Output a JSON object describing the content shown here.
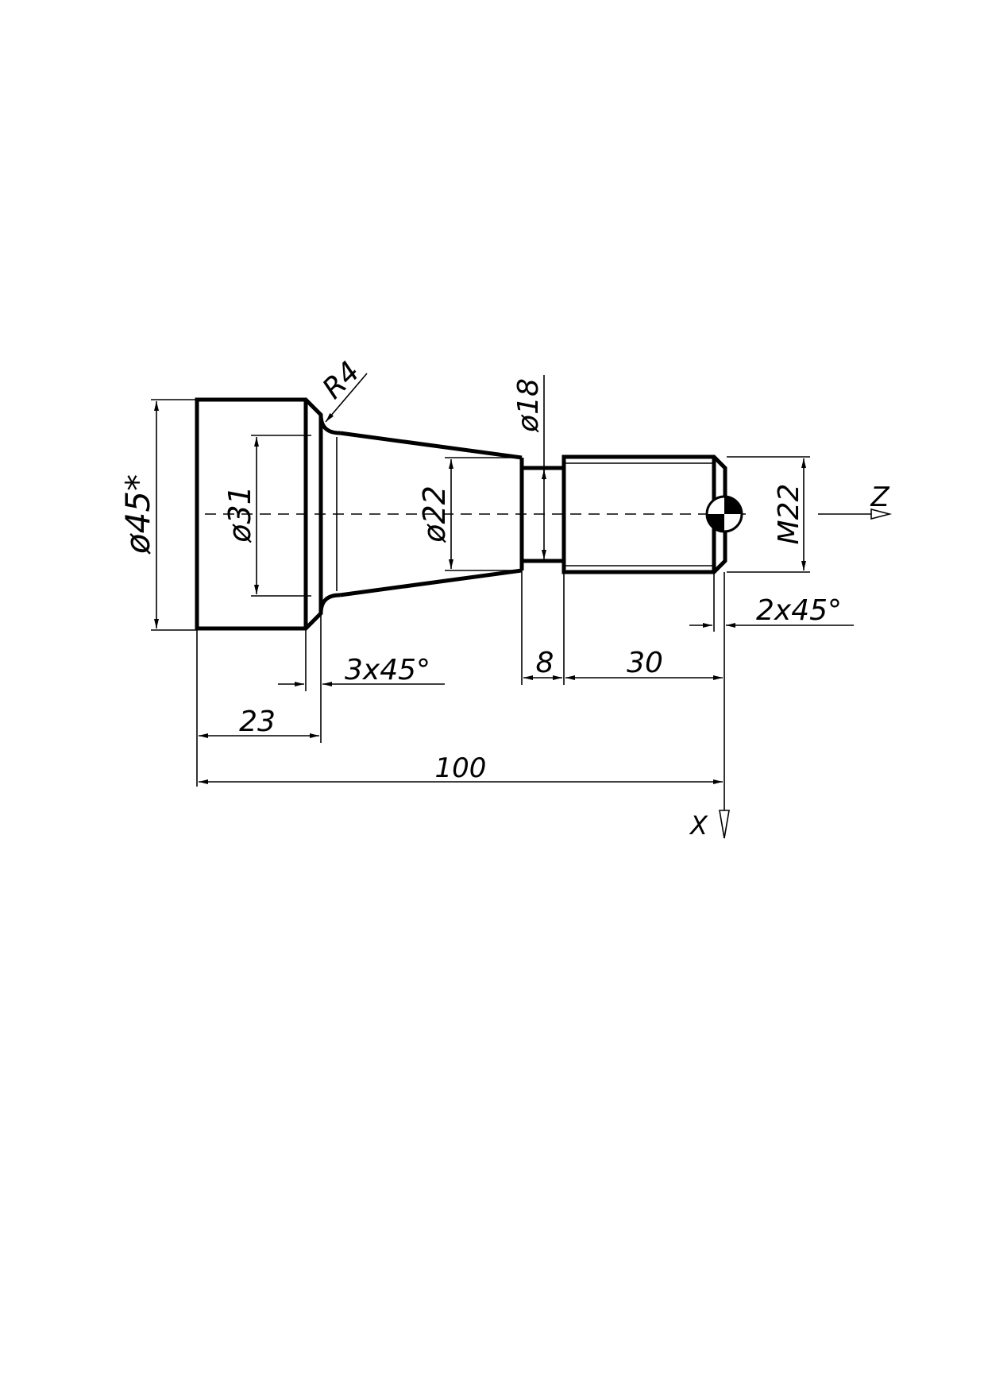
{
  "dimensions": {
    "d45": "ø45*",
    "d31": "ø31",
    "d22": "ø22",
    "d18": "ø18",
    "m22": "M22",
    "r4": "R4",
    "l23": "23",
    "l100": "100",
    "l8": "8",
    "l30": "30",
    "chamfer_left": "3x45°",
    "chamfer_right": "2x45°"
  },
  "axes": {
    "z": "Z",
    "x": "X"
  }
}
